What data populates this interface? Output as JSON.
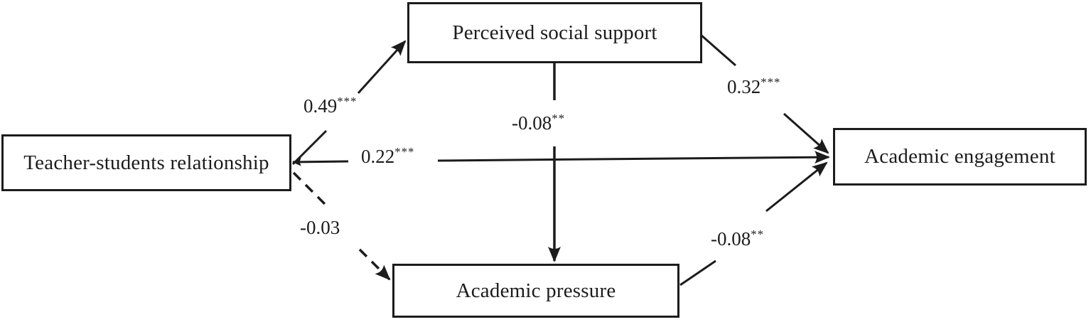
{
  "diagram": {
    "nodes": [
      {
        "id": "teacher-students-relationship",
        "label": "Teacher-students relationship"
      },
      {
        "id": "perceived-social-support",
        "label": "Perceived social support"
      },
      {
        "id": "academic-pressure",
        "label": "Academic pressure"
      },
      {
        "id": "academic-engagement",
        "label": "Academic engagement"
      }
    ],
    "paths": [
      {
        "from": "Teacher-students relationship",
        "to": "Perceived social support",
        "coefficient": "0.49",
        "significance": "***",
        "style": "solid"
      },
      {
        "from": "Teacher-students relationship",
        "to": "Academic engagement",
        "coefficient": "0.22",
        "significance": "***",
        "style": "solid"
      },
      {
        "from": "Teacher-students relationship",
        "to": "Academic pressure",
        "coefficient": "-0.03",
        "significance": "",
        "style": "dashed"
      },
      {
        "from": "Perceived social support",
        "to": "Academic engagement",
        "coefficient": "0.32",
        "significance": "***",
        "style": "solid"
      },
      {
        "from": "Perceived social support",
        "to": "Academic pressure",
        "coefficient": "-0.08",
        "significance": "**",
        "style": "solid"
      },
      {
        "from": "Academic pressure",
        "to": "Academic engagement",
        "coefficient": "-0.08",
        "significance": "**",
        "style": "solid"
      }
    ],
    "colors": {
      "line": "#1c1c1c",
      "box_border": "#1c1c1c",
      "text": "#1c1c1c",
      "background": "#ffffff"
    }
  }
}
